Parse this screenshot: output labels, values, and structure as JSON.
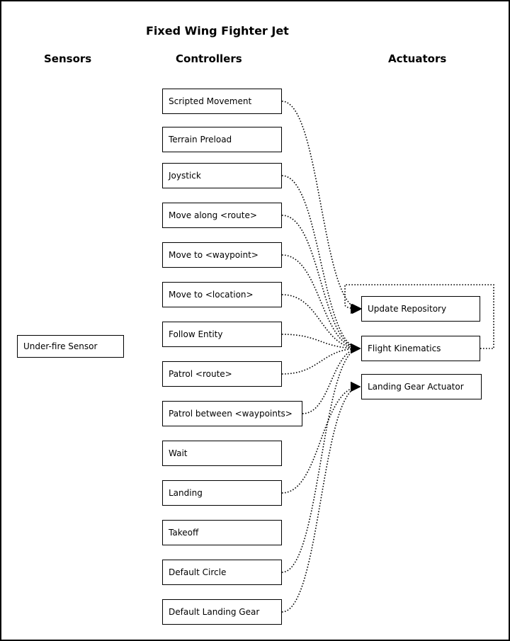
{
  "diagram": {
    "title": "Fixed Wing Fighter Jet",
    "columns": {
      "sensors": "Sensors",
      "controllers": "Controllers",
      "actuators": "Actuators"
    },
    "sensors": [
      {
        "id": "under-fire-sensor",
        "label": "Under-fire Sensor"
      }
    ],
    "controllers": [
      {
        "id": "scripted-movement",
        "label": "Scripted Movement"
      },
      {
        "id": "terrain-preload",
        "label": "Terrain Preload"
      },
      {
        "id": "joystick",
        "label": "Joystick"
      },
      {
        "id": "move-along-route",
        "label": "Move along <route>"
      },
      {
        "id": "move-to-waypoint",
        "label": "Move to <waypoint>"
      },
      {
        "id": "move-to-location",
        "label": "Move to <location>"
      },
      {
        "id": "follow-entity",
        "label": "Follow Entity"
      },
      {
        "id": "patrol-route",
        "label": "Patrol <route>"
      },
      {
        "id": "patrol-between-waypoints",
        "label": "Patrol between <waypoints>"
      },
      {
        "id": "wait",
        "label": "Wait"
      },
      {
        "id": "landing",
        "label": "Landing"
      },
      {
        "id": "takeoff",
        "label": "Takeoff"
      },
      {
        "id": "default-circle",
        "label": "Default Circle"
      },
      {
        "id": "default-landing-gear",
        "label": "Default Landing Gear"
      }
    ],
    "actuators": [
      {
        "id": "update-repository",
        "label": "Update Repository"
      },
      {
        "id": "flight-kinematics",
        "label": "Flight Kinematics"
      },
      {
        "id": "landing-gear-actuator",
        "label": "Landing Gear Actuator"
      }
    ],
    "edges": [
      {
        "from": "scripted-movement",
        "to": "update-repository"
      },
      {
        "from": "joystick",
        "to": "flight-kinematics"
      },
      {
        "from": "move-along-route",
        "to": "flight-kinematics"
      },
      {
        "from": "move-to-waypoint",
        "to": "flight-kinematics"
      },
      {
        "from": "move-to-location",
        "to": "flight-kinematics"
      },
      {
        "from": "follow-entity",
        "to": "flight-kinematics"
      },
      {
        "from": "patrol-route",
        "to": "flight-kinematics"
      },
      {
        "from": "patrol-between-waypoints",
        "to": "flight-kinematics"
      },
      {
        "from": "landing",
        "to": "landing-gear-actuator"
      },
      {
        "from": "default-circle",
        "to": "flight-kinematics"
      },
      {
        "from": "default-landing-gear",
        "to": "landing-gear-actuator"
      },
      {
        "from": "flight-kinematics",
        "to": "update-repository"
      }
    ]
  }
}
